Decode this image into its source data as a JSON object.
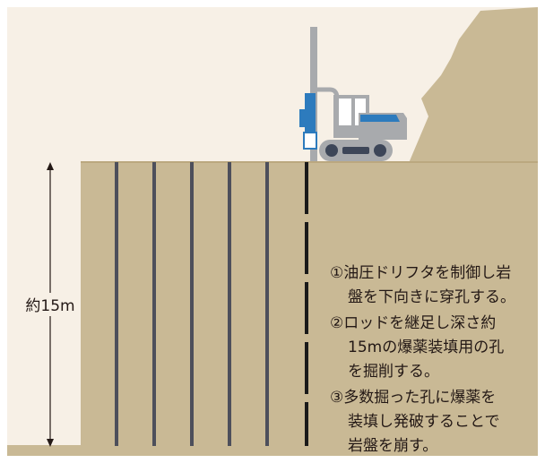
{
  "depth_label": "約15m",
  "steps": [
    {
      "lines": [
        "①油圧ドリフタを制御し岩",
        "盤を下向きに穿孔する。"
      ]
    },
    {
      "lines": [
        "②ロッドを継足し深さ約",
        "15mの爆薬装填用の孔",
        "を掘削する。"
      ]
    },
    {
      "lines": [
        "③多数掘った孔に爆薬を",
        "装填し発破することで",
        "岩盤を崩す。"
      ]
    }
  ],
  "colors": {
    "sky": "#f7f0e6",
    "rock": "#c9b995",
    "rock_dark": "#bba87f",
    "hole": "#4d4f5b",
    "machine_gray": "#a8aaad",
    "machine_blue": "#2d7bbd",
    "machine_dark": "#3d4658"
  },
  "icons": [
    "drilling-rig-icon"
  ]
}
